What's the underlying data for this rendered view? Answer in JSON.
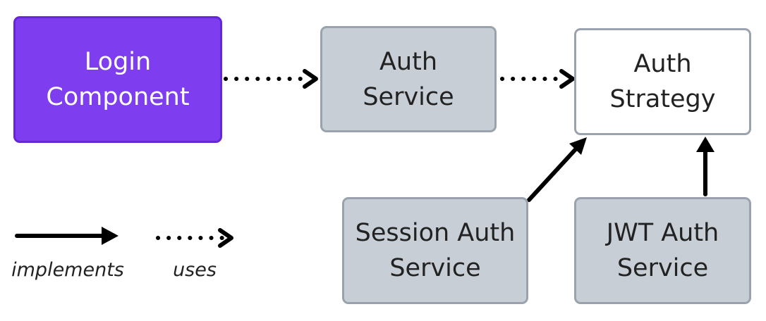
{
  "nodes": {
    "login_component": {
      "label": "Login\nComponent"
    },
    "auth_service": {
      "label": "Auth\nService"
    },
    "auth_strategy": {
      "label": "Auth\nStrategy"
    },
    "session_auth_service": {
      "label": "Session Auth\nService"
    },
    "jwt_auth_service": {
      "label": "JWT Auth\nService"
    }
  },
  "edges": [
    {
      "from": "login_component",
      "to": "auth_service",
      "relation": "uses"
    },
    {
      "from": "auth_service",
      "to": "auth_strategy",
      "relation": "uses"
    },
    {
      "from": "session_auth_service",
      "to": "auth_strategy",
      "relation": "implements"
    },
    {
      "from": "jwt_auth_service",
      "to": "auth_strategy",
      "relation": "implements"
    }
  ],
  "legend": {
    "implements": "implements",
    "uses": "uses"
  },
  "colors": {
    "primary": "#7f3df0",
    "node_grey": "#c7ced6",
    "node_border": "#9aa3ad",
    "arrow": "#000000"
  }
}
